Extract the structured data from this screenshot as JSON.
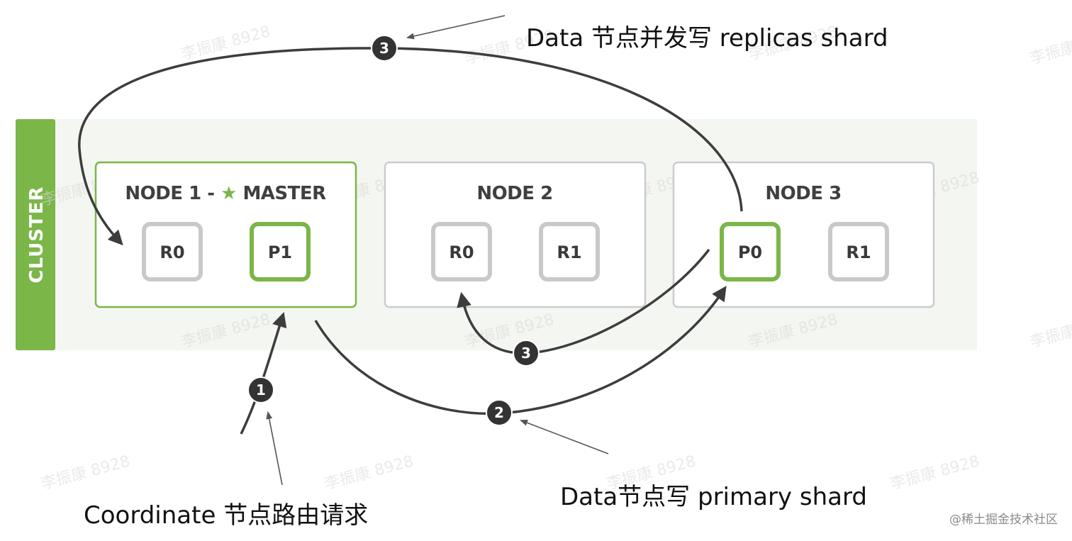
{
  "cluster": {
    "label": "CLUSTER",
    "accent_color": "#7ab648",
    "background_color": "#f4f6f1"
  },
  "nodes": [
    {
      "title_prefix": "NODE 1 - ",
      "master_icon": "star-icon",
      "master_label": "MASTER",
      "is_master": true,
      "shards": [
        {
          "label": "R0",
          "primary": false
        },
        {
          "label": "P1",
          "primary": true
        }
      ]
    },
    {
      "title_prefix": "NODE 2",
      "is_master": false,
      "shards": [
        {
          "label": "R0",
          "primary": false
        },
        {
          "label": "R1",
          "primary": false
        }
      ]
    },
    {
      "title_prefix": "NODE 3",
      "is_master": false,
      "shards": [
        {
          "label": "P0",
          "primary": true
        },
        {
          "label": "R1",
          "primary": false
        }
      ]
    }
  ],
  "steps": {
    "coordinate": "1",
    "primary_write": "2",
    "replica_write": "3"
  },
  "annotations": {
    "replica_write": "Data 节点并发写 replicas shard",
    "primary_write": "Data节点写 primary shard",
    "coordinate": "Coordinate 节点路由请求"
  },
  "watermark": "李振康 8928",
  "credit": "@稀土掘金技术社区",
  "colors": {
    "primary_border": "#7ab648",
    "replica_border": "#c9c9c9",
    "node_border": "#cccccc",
    "arrow": "#3d3d3d"
  }
}
